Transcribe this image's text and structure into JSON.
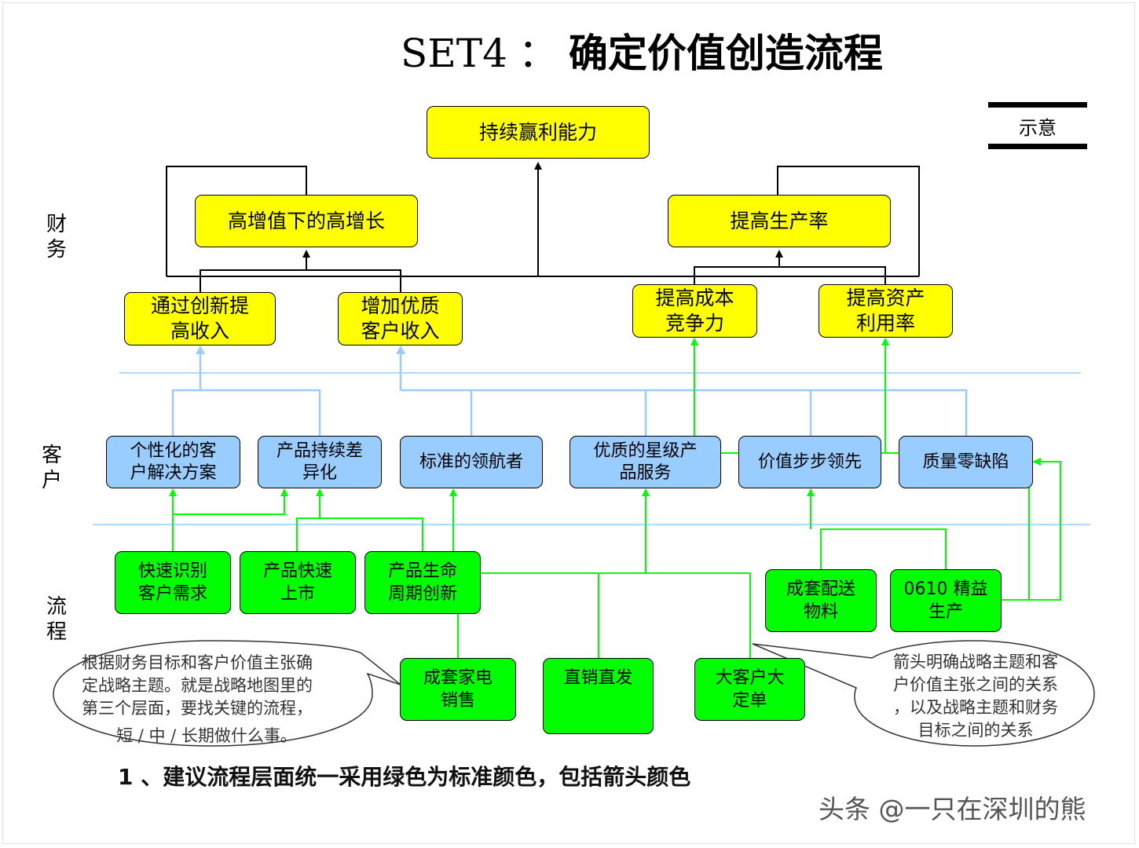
{
  "title": {
    "prefix": "SET4",
    "separator": "：",
    "main": "确定价值创造流程"
  },
  "legend": {
    "label": "示意"
  },
  "layers": {
    "finance": "财\n务",
    "customer": "客\n户",
    "process": "流\n程"
  },
  "finance": {
    "top": "持续赢利能力",
    "growth": "高增值下的高增长",
    "productivity": "提高生产率",
    "innovation_revenue": "通过创新提\n高收入",
    "quality_customer_revenue": "增加优质\n客户收入",
    "cost_competitiveness": "提高成本\n竞争力",
    "asset_utilization": "提高资产\n利用率"
  },
  "customer": {
    "personalized": "个性化的客\n户解决方案",
    "differentiation": "产品持续差\n异化",
    "standard_leader": "标准的领航者",
    "star_service": "优质的星级产\n品服务",
    "value_lead": "价值步步领先",
    "zero_defect": "质量零缺陷"
  },
  "process": {
    "quick_identify": "快速识别\n客户需求",
    "fast_market": "产品快速\n上市",
    "lifecycle": "产品生命\n周期创新",
    "appliance_sales": "成套家电\n销售",
    "direct_sales": "直销直发",
    "big_customer": "大客户大\n定单",
    "kit_materials": "成套配送\n物料",
    "lean_production": "0610 精益\n生产"
  },
  "callouts": {
    "left": "根据财务目标和客户价值主张确\n定战略主题。就是战略地图里的\n第三个层面，要找关键的流程，",
    "left_last": "短 / 中 / 长期做什么事。",
    "right": "箭头明确战略主题和客\n户价值主张之间的关系\n，以及战略主题和财务\n目标之间的关系"
  },
  "note": "1 、建议流程层面统一采用绿色为标准颜色，包括箭头颜色",
  "watermark": "头条 @一只在深圳的熊",
  "colors": {
    "finance_fill": "#ffff00",
    "customer_fill": "#99ccff",
    "process_fill": "#00ff00",
    "finance_link": "#000000",
    "customer_link": "#99ccff",
    "process_link": "#00ff00",
    "divider": "#99ccff"
  }
}
